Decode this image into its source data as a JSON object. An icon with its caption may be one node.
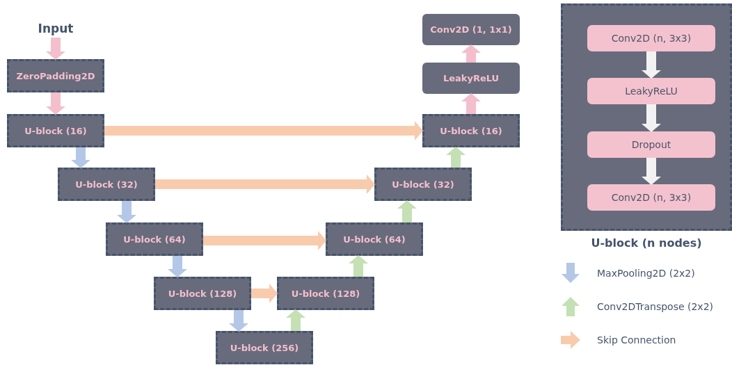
{
  "diagram": {
    "nodes": [
      {
        "text": [
          "Input"
        ]
      },
      {
        "text": [
          "ZeroPadding2D"
        ]
      },
      {
        "text": [
          "U-block (16)"
        ]
      },
      {
        "text": [
          "U-block (32)"
        ]
      },
      {
        "text": [
          "U-block (64)"
        ]
      },
      {
        "text": [
          "U-block (128)"
        ]
      },
      {
        "text": [
          "U-block (256)"
        ]
      },
      {
        "text": [
          "U-block (128)"
        ]
      },
      {
        "text": [
          "U-block (64)"
        ]
      },
      {
        "text": [
          "U-block (32)"
        ]
      },
      {
        "text": [
          "U-block (16)"
        ]
      },
      {
        "text": [
          "LeakyReLU"
        ]
      },
      {
        "text": [
          "Conv2D (1, 1x1)"
        ]
      },
      {
        "text": [
          "U-block (n nodes)"
        ]
      },
      {
        "text": [
          "Conv2D (n, 3x3)"
        ],
        "in": 13
      },
      {
        "text": [
          "LeakyReLU"
        ],
        "in": 13
      },
      {
        "text": [
          "Dropout"
        ],
        "in": 13
      },
      {
        "text": [
          "Conv2D (n, 3x3)"
        ],
        "in": 13
      }
    ],
    "edges": [
      {
        "from": 0,
        "to": 1,
        "arrow": "to",
        "color": "#f4bfcc"
      },
      {
        "from": 1,
        "to": 2,
        "arrow": "to",
        "color": "#f4bfcc"
      },
      {
        "from": 2,
        "to": 3,
        "arrow": "to",
        "color": "#b4c7e7"
      },
      {
        "from": 3,
        "to": 4,
        "arrow": "to",
        "color": "#b4c7e7"
      },
      {
        "from": 4,
        "to": 5,
        "arrow": "to",
        "color": "#b4c7e7"
      },
      {
        "from": 5,
        "to": 6,
        "arrow": "to",
        "color": "#b4c7e7"
      },
      {
        "from": 6,
        "to": 7,
        "arrow": "to",
        "color": "#c5e0b4"
      },
      {
        "from": 7,
        "to": 8,
        "arrow": "to",
        "color": "#c5e0b4"
      },
      {
        "from": 8,
        "to": 9,
        "arrow": "to",
        "color": "#c5e0b4"
      },
      {
        "from": 9,
        "to": 10,
        "arrow": "to",
        "color": "#c5e0b4"
      },
      {
        "from": 10,
        "to": 11,
        "arrow": "to",
        "color": "#f4bfcc"
      },
      {
        "from": 11,
        "to": 12,
        "arrow": "to",
        "color": "#f4bfcc"
      },
      {
        "from": 2,
        "to": 10,
        "arrow": "to",
        "color": "#f8cbad"
      },
      {
        "from": 3,
        "to": 9,
        "arrow": "to",
        "color": "#f8cbad"
      },
      {
        "from": 4,
        "to": 8,
        "arrow": "to",
        "color": "#f8cbad"
      },
      {
        "from": 5,
        "to": 7,
        "arrow": "to",
        "color": "#f8cbad"
      },
      {
        "from": 14,
        "to": 15,
        "arrow": "to",
        "color": "#f2f2f2"
      },
      {
        "from": 15,
        "to": 16,
        "arrow": "to",
        "color": "#f2f2f2"
      },
      {
        "from": 16,
        "to": 17,
        "arrow": "to",
        "color": "#f2f2f2"
      }
    ],
    "legend": [
      {
        "text": "MaxPooling2D (2x2)",
        "color": "#b4c7e7"
      },
      {
        "text": "Conv2DTranspose (2x2)",
        "color": "#c5e0b4"
      },
      {
        "text": "Skip Connection",
        "color": "#f8cbad"
      }
    ]
  }
}
